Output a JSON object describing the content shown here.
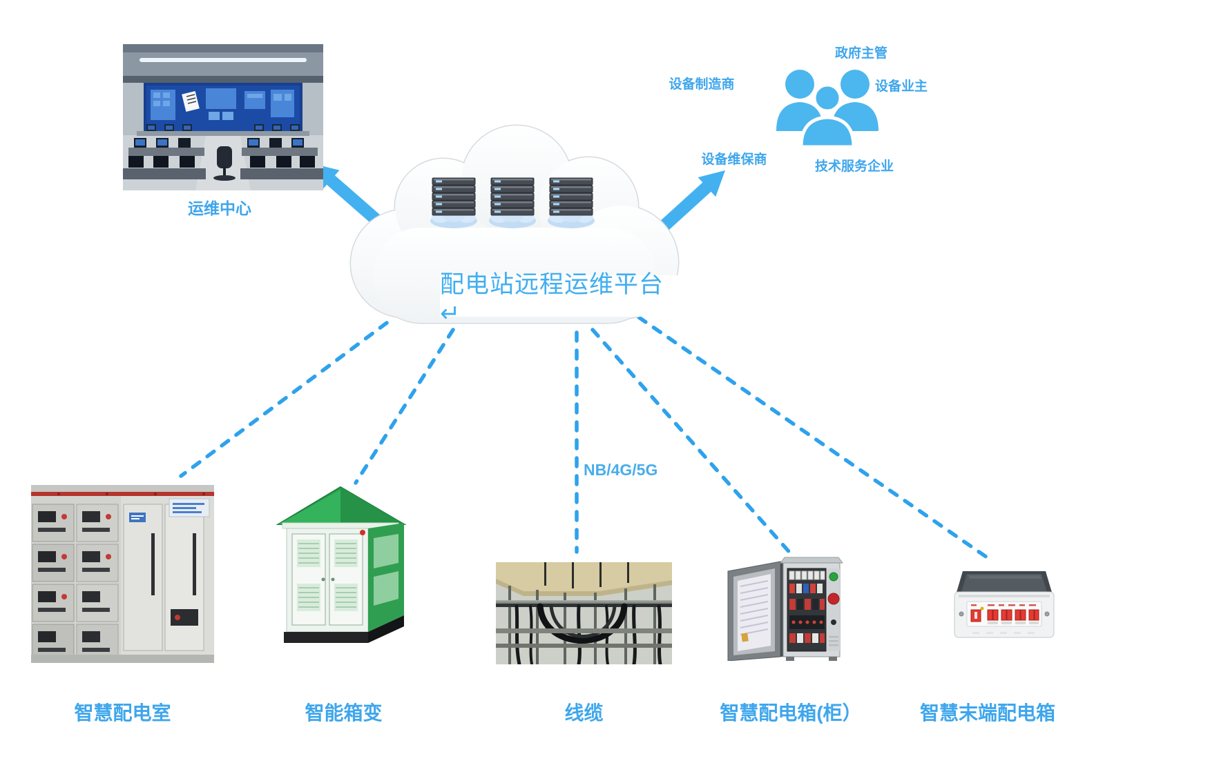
{
  "platform": {
    "title": "配电站远程运维平台↵"
  },
  "network": {
    "label": "NB/4G/5G"
  },
  "operations_center": {
    "label": "运维中心"
  },
  "stakeholders": {
    "top": "政府主管",
    "left": "设备制造商",
    "right": "设备业主",
    "bottom_left": "设备维保商",
    "bottom_right": "技术服务企业"
  },
  "endpoints": [
    {
      "label": "智慧配电室"
    },
    {
      "label": "智能箱变"
    },
    {
      "label": "线缆"
    },
    {
      "label": "智慧配电箱(柜）"
    },
    {
      "label": "智慧末端配电箱"
    }
  ],
  "icons": {
    "cloud": "cloud-shape",
    "servers": "server-stack-x3",
    "stakeholders_group": "three-users-icon"
  },
  "colors": {
    "label_blue": "#3ea6ec",
    "title_blue": "#42aef0",
    "arrow_blue": "#43b1f0",
    "dashed_blue": "#2ea2ec",
    "people_blue": "#4cb6ee"
  }
}
